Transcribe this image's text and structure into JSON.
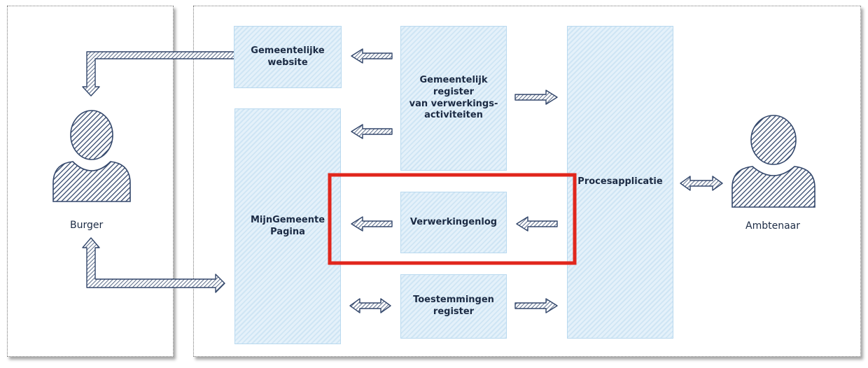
{
  "actors": {
    "burger": "Burger",
    "ambtenaar": "Ambtenaar"
  },
  "boxes": {
    "website": "Gemeentelijke\nwebsite",
    "register": "Gemeentelijk\nregister\nvan verwerkings-\nactiviteiten",
    "mijngemeente": "MijnGemeente\nPagina",
    "verwerkingenlog": "Verwerkingenlog",
    "toestemmingen": "Toestemmingen\nregister",
    "procesapplicatie": "Procesapplicatie"
  },
  "colors": {
    "box_fill": "#e4f1fa",
    "box_border": "#b9d9ef",
    "arrow": "#33476b",
    "highlight": "#e1261c",
    "text": "#1c2b44"
  }
}
